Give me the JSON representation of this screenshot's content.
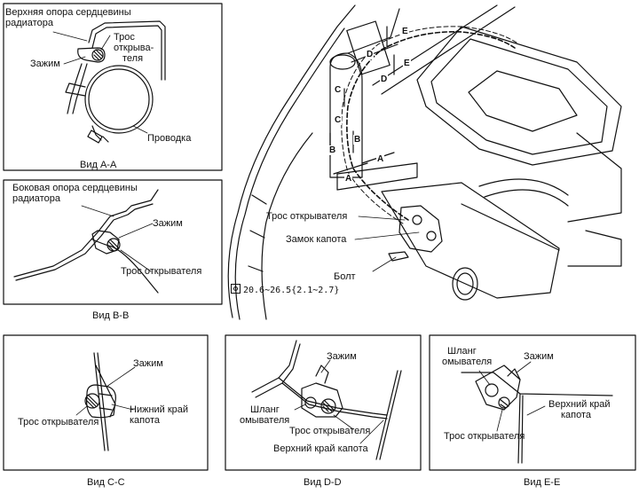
{
  "panels": {
    "aa": {
      "caption": "Вид А-А",
      "label_upper_support": "Верхняя опора сердцевины",
      "label_upper_support_2": "радиатора",
      "label_clamp": "Зажим",
      "label_cable_1": "Трос",
      "label_cable_2": "открыва-",
      "label_cable_3": "теля",
      "label_wiring": "Проводка"
    },
    "bb": {
      "caption": "Вид В-В",
      "label_side_support": "Боковая опора сердцевины",
      "label_side_support_2": "радиатора",
      "label_clamp": "Зажим",
      "label_cable": "Трос открывателя"
    },
    "cc": {
      "caption": "Вид С-С",
      "label_clamp": "Зажим",
      "label_cable": "Трос открывателя",
      "label_hood_edge_1": "Нижний край",
      "label_hood_edge_2": "капота"
    },
    "dd": {
      "caption": "Вид D-D",
      "label_clamp": "Зажим",
      "label_hose_1": "Шланг",
      "label_hose_2": "омывателя",
      "label_cable": "Трос открывателя",
      "label_hood_edge": "Верхний край капота"
    },
    "ee": {
      "caption": "Вид Е-Е",
      "label_hose_1": "Шланг",
      "label_hose_2": "омывателя",
      "label_clamp": "Зажим",
      "label_cable": "Трос открывателя",
      "label_hood_edge_1": "Верхний край",
      "label_hood_edge_2": "капота"
    }
  },
  "main": {
    "label_cable": "Трос открывателя",
    "label_lock": "Замок капота",
    "label_bolt": "Болт",
    "torque_spec": "20.6∼26.5{2.1∼2.7}",
    "section_letters": {
      "a1": "A",
      "a2": "A",
      "b1": "B",
      "b2": "B",
      "c1": "C",
      "c2": "C",
      "d1": "D",
      "d2": "D",
      "e1": "E",
      "e2": "E"
    }
  }
}
